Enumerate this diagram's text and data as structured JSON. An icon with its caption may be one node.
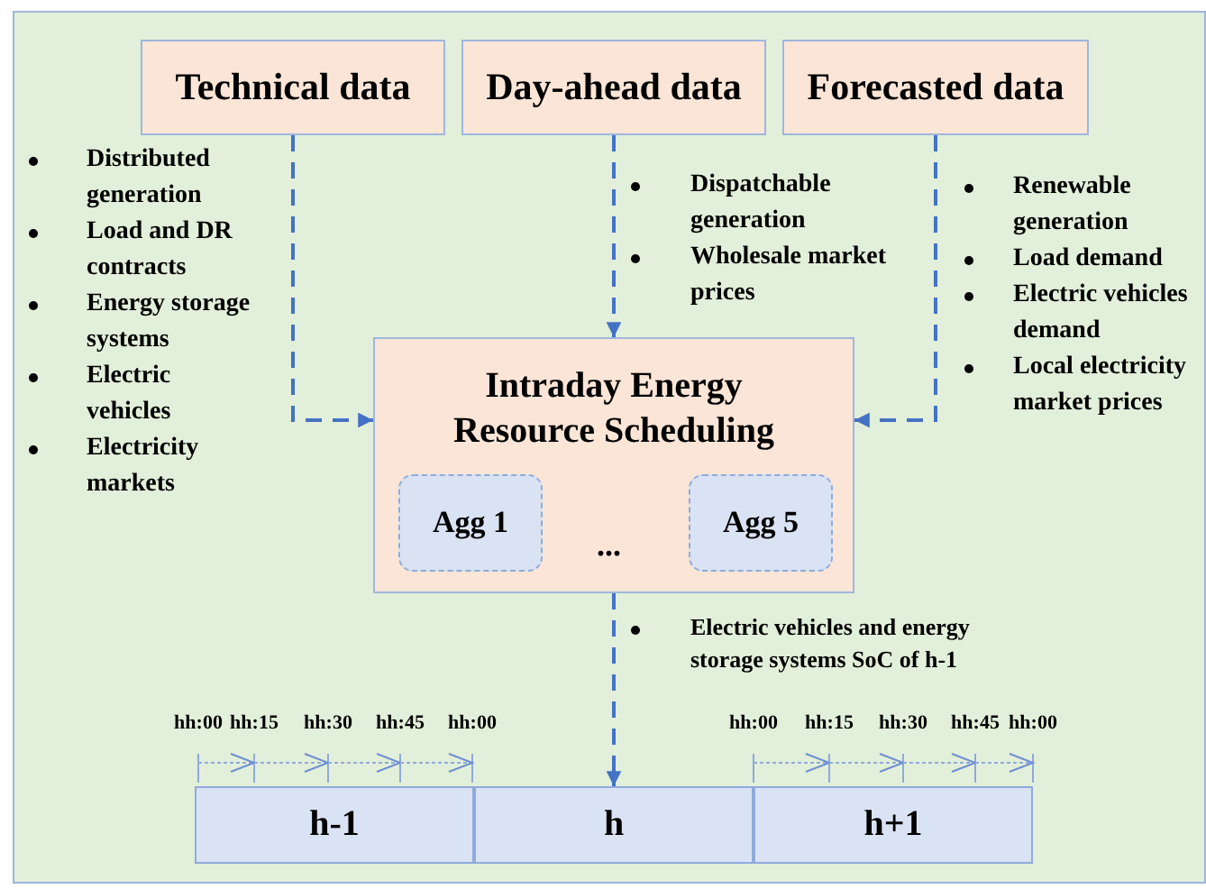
{
  "diagram": {
    "nodes": [
      {
        "text": [
          "Technical data"
        ],
        "beside": [
          "Distributed generation",
          "Load and DR contracts",
          "Energy storage systems",
          "Electric vehicles",
          "Electricity markets"
        ]
      },
      {
        "text": [
          "Day-ahead data"
        ],
        "beside": [
          "Dispatchable generation",
          "Wholesale market prices"
        ]
      },
      {
        "text": [
          "Forecasted data"
        ],
        "beside": [
          "Renewable generation",
          "Load demand",
          "Electric vehicles demand",
          "Local electricity market prices"
        ]
      },
      {
        "text": [
          "Intraday Energy Resource Scheduling"
        ]
      },
      {
        "text": [
          "Agg 1"
        ],
        "in": 3
      },
      {
        "text": [
          "Agg 5"
        ],
        "in": 3
      },
      {
        "text": [
          "h-1"
        ]
      },
      {
        "text": [
          "h"
        ]
      },
      {
        "text": [
          "h+1"
        ]
      }
    ],
    "edges": [
      {
        "from": 0,
        "to": 3,
        "arrow": "to",
        "style": "dashed"
      },
      {
        "from": 1,
        "to": 3,
        "arrow": "to",
        "style": "dashed"
      },
      {
        "from": 2,
        "to": 3,
        "arrow": "to",
        "style": "dashed"
      },
      {
        "from": 3,
        "to": 7,
        "arrow": "to",
        "style": "dashed",
        "label": "Electric vehicles and energy storage systems SoC of h-1"
      }
    ],
    "labels": [
      "...",
      "hh:00",
      "hh:15",
      "hh:30",
      "hh:45",
      "hh:00",
      "hh:00",
      "hh:15",
      "hh:30",
      "hh:45",
      "hh:00"
    ]
  }
}
